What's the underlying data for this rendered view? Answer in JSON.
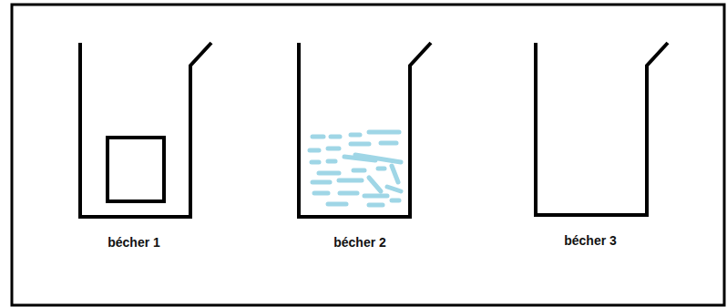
{
  "diagram": {
    "labels": [
      "bécher 1",
      "bécher 2",
      "bécher 3"
    ]
  }
}
